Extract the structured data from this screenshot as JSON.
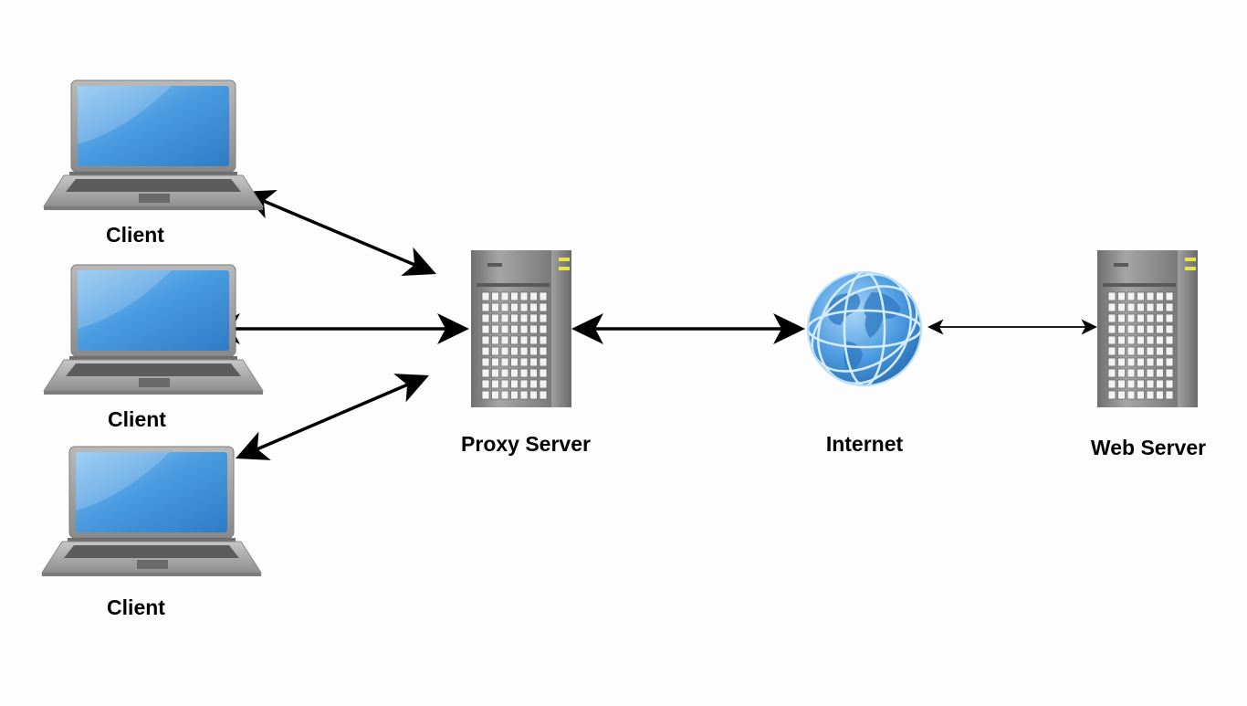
{
  "diagram": {
    "nodes": [
      {
        "id": "client-1",
        "kind": "laptop",
        "label": "Client"
      },
      {
        "id": "client-2",
        "kind": "laptop",
        "label": "Client"
      },
      {
        "id": "client-3",
        "kind": "laptop",
        "label": "Client"
      },
      {
        "id": "proxy-server",
        "kind": "server",
        "label": "Proxy Server"
      },
      {
        "id": "internet",
        "kind": "globe",
        "label": "Internet"
      },
      {
        "id": "web-server",
        "kind": "server",
        "label": "Web Server"
      }
    ],
    "edges": [
      {
        "from": "client-1",
        "to": "proxy-server",
        "direction": "both"
      },
      {
        "from": "client-2",
        "to": "proxy-server",
        "direction": "both"
      },
      {
        "from": "client-3",
        "to": "proxy-server",
        "direction": "both"
      },
      {
        "from": "proxy-server",
        "to": "internet",
        "direction": "both"
      },
      {
        "from": "internet",
        "to": "web-server",
        "direction": "both"
      }
    ],
    "colors": {
      "screen": "#3f8fd8",
      "laptop_body": "#9a9a9a",
      "server_body": "#8e8e8e",
      "server_led": "#e6e64a",
      "globe": "#3d8fd6",
      "arrow": "#000000"
    }
  }
}
